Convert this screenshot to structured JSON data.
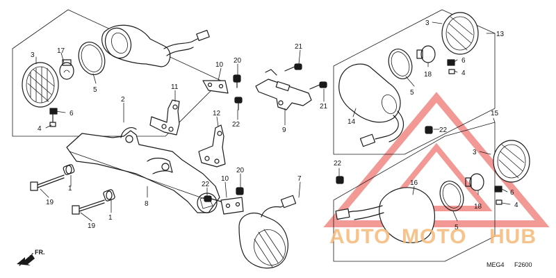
{
  "diagram": {
    "callouts": [
      {
        "id": "c1a",
        "text": "1"
      },
      {
        "id": "c1b",
        "text": "1"
      },
      {
        "id": "c2",
        "text": "2"
      },
      {
        "id": "c3a",
        "text": "3"
      },
      {
        "id": "c3b",
        "text": "3"
      },
      {
        "id": "c3c",
        "text": "3"
      },
      {
        "id": "c4a",
        "text": "4"
      },
      {
        "id": "c4b",
        "text": "4"
      },
      {
        "id": "c4c",
        "text": "4"
      },
      {
        "id": "c5a",
        "text": "5"
      },
      {
        "id": "c5b",
        "text": "5"
      },
      {
        "id": "c5c",
        "text": "5"
      },
      {
        "id": "c6a",
        "text": "6"
      },
      {
        "id": "c6b",
        "text": "6"
      },
      {
        "id": "c6c",
        "text": "6"
      },
      {
        "id": "c7",
        "text": "7"
      },
      {
        "id": "c8",
        "text": "8"
      },
      {
        "id": "c9",
        "text": "9"
      },
      {
        "id": "c10a",
        "text": "10"
      },
      {
        "id": "c10b",
        "text": "10"
      },
      {
        "id": "c11",
        "text": "11"
      },
      {
        "id": "c12",
        "text": "12"
      },
      {
        "id": "c13",
        "text": "13"
      },
      {
        "id": "c14",
        "text": "14"
      },
      {
        "id": "c15",
        "text": "15"
      },
      {
        "id": "c16",
        "text": "16"
      },
      {
        "id": "c17",
        "text": "17"
      },
      {
        "id": "c18a",
        "text": "18"
      },
      {
        "id": "c18b",
        "text": "18"
      },
      {
        "id": "c19a",
        "text": "19"
      },
      {
        "id": "c19b",
        "text": "19"
      },
      {
        "id": "c20a",
        "text": "20"
      },
      {
        "id": "c20b",
        "text": "20"
      },
      {
        "id": "c21a",
        "text": "21"
      },
      {
        "id": "c21b",
        "text": "21"
      },
      {
        "id": "c22a",
        "text": "22"
      },
      {
        "id": "c22b",
        "text": "22"
      },
      {
        "id": "c22c",
        "text": "22"
      },
      {
        "id": "c22d",
        "text": "22"
      }
    ],
    "front_arrow_label": "FR.",
    "diagram_code": "MEG4",
    "diagram_ref": "F2600"
  },
  "watermark": {
    "brand_part1": "AUTO",
    "brand_part2": "MOTO",
    "brand_part3": "HUB",
    "color_primary": "#e8473f",
    "color_secondary": "#f5b97a"
  }
}
